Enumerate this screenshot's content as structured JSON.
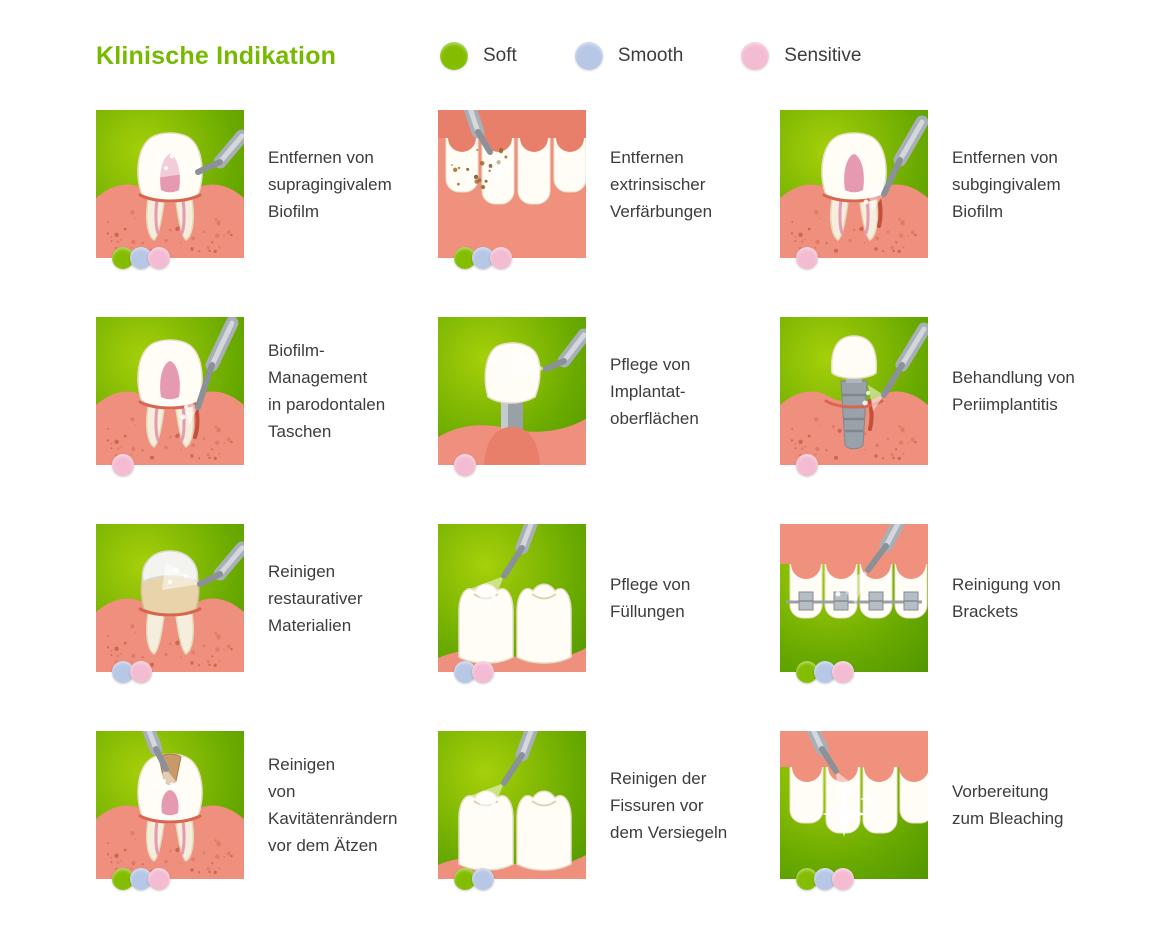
{
  "title": "Klinische Indikation",
  "colors": {
    "brand": "#76b900",
    "soft": "#84bd00",
    "smooth": "#b7c7e6",
    "sensitive": "#f4bcd2",
    "text": "#3c3c3b"
  },
  "legend": [
    {
      "key": "soft",
      "label": "Soft"
    },
    {
      "key": "smooth",
      "label": "Smooth"
    },
    {
      "key": "sensitive",
      "label": "Sensitive"
    }
  ],
  "cards": [
    {
      "label": "Entfernen von\nsupragingivalem\nBiofilm",
      "illustration": "supragingival-biofilm",
      "dots": [
        "soft",
        "smooth",
        "sensitive"
      ]
    },
    {
      "label": "Entfernen\nextrinsischer\nVerfärbungen",
      "illustration": "extrinsic-stains",
      "dots": [
        "soft",
        "smooth",
        "sensitive"
      ]
    },
    {
      "label": "Entfernen von\nsubgingivalem\nBiofilm",
      "illustration": "subgingival-biofilm",
      "dots": [
        "sensitive"
      ]
    },
    {
      "label": "Biofilm-\nManagement\nin parodontalen\nTaschen",
      "illustration": "periodontal-pocket",
      "dots": [
        "sensitive"
      ]
    },
    {
      "label": "Pflege von\nImplantat-\noberflächen",
      "illustration": "implant-surface",
      "dots": [
        "sensitive"
      ]
    },
    {
      "label": "Behandlung von\nPeriimplantitis",
      "illustration": "periimplantitis",
      "dots": [
        "sensitive"
      ]
    },
    {
      "label": "Reinigen\nrestaurativer\nMaterialien",
      "illustration": "restorative-materials",
      "dots": [
        "smooth",
        "sensitive"
      ]
    },
    {
      "label": "Pflege von\nFüllungen",
      "illustration": "fillings",
      "dots": [
        "smooth",
        "sensitive"
      ]
    },
    {
      "label": "Reinigung von\nBrackets",
      "illustration": "brackets",
      "dots": [
        "soft",
        "smooth",
        "sensitive"
      ]
    },
    {
      "label": "Reinigen\nvon\nKavitätenrändern\nvor dem Ätzen",
      "illustration": "cavity-margins",
      "dots": [
        "soft",
        "smooth",
        "sensitive"
      ]
    },
    {
      "label": "Reinigen der\nFissuren vor\ndem Versiegeln",
      "illustration": "fissures",
      "dots": [
        "soft",
        "smooth"
      ]
    },
    {
      "label": "Vorbereitung\nzum Bleaching",
      "illustration": "bleaching",
      "dots": [
        "soft",
        "smooth",
        "sensitive"
      ]
    }
  ]
}
